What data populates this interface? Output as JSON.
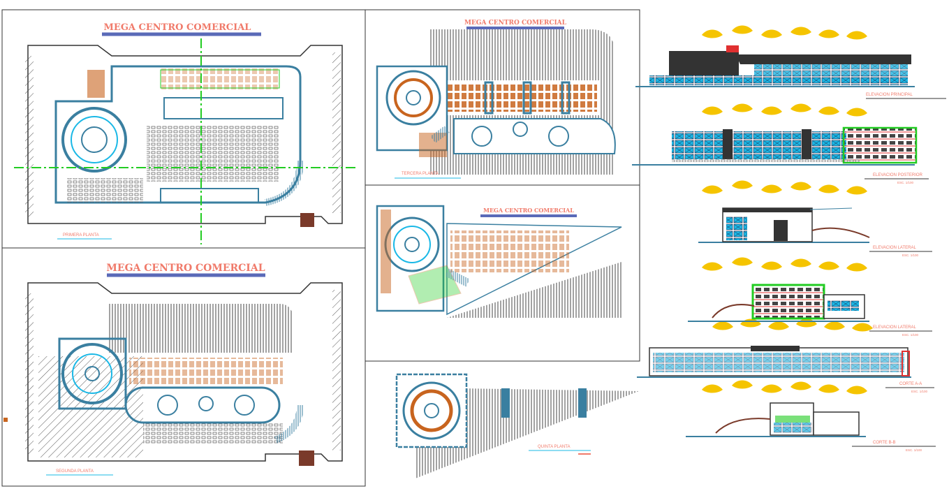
{
  "panels": {
    "first_floor": {
      "title": "MEGA CENTRO COMERCIAL",
      "label": "PRIMERA PLANTA"
    },
    "second_floor": {
      "title": "MEGA CENTRO COMERCIAL",
      "label": "SEGUNDA PLANTA"
    },
    "third_floor": {
      "title": "MEGA CENTRO COMERCIAL",
      "label": "TERCERA PLANTA"
    },
    "fourth_floor": {
      "title": "MEGA CENTRO COMERCIAL"
    },
    "fifth_floor": {
      "label": "QUINTA PLANTA"
    }
  },
  "elevations": [
    {
      "label": "ELEVACION PRINCIPAL",
      "scale": ""
    },
    {
      "label": "ELEVACION POSTERIOR",
      "scale": "ESC. 1/100"
    },
    {
      "label": "ELEVACION LATERAL",
      "scale": "ESC. 1/100"
    },
    {
      "label": "ELEVACION LATERAL",
      "scale": "ESC. 1/100"
    },
    {
      "label": "CORTE A-A",
      "scale": "ESC. 1/100"
    },
    {
      "label": "CORTE B-B",
      "scale": "ESC. 1/100"
    }
  ],
  "colors": {
    "frame": "#333333",
    "wall": "#3a7fa0",
    "cyan": "#1ab8e6",
    "orange": "#c8641e",
    "brown": "#7a3a2a",
    "green": "#22cc22",
    "yellow": "#f5c400",
    "salmon": "#f07a6a",
    "title_bar": "#5a6ab8"
  }
}
